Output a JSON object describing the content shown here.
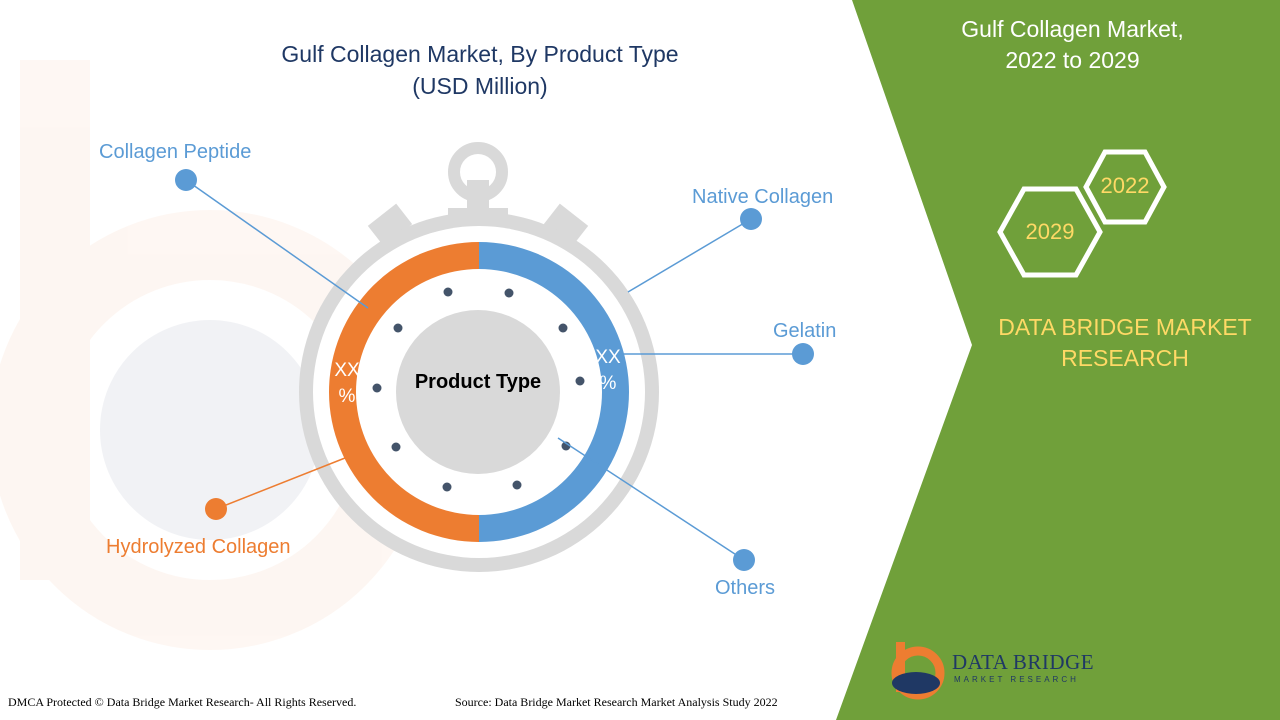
{
  "title": {
    "line1": "Gulf Collagen Market, By Product Type",
    "line2": "(USD Million)"
  },
  "center_label": "Product Type",
  "percent_blue": {
    "line1": "XX",
    "line2": "%"
  },
  "percent_orange": {
    "line1": "XX",
    "line2": "%"
  },
  "segments": [
    {
      "name": "Collagen Peptide",
      "color": "#5b9bd5"
    },
    {
      "name": "Native Collagen",
      "color": "#5b9bd5"
    },
    {
      "name": "Gelatin",
      "color": "#5b9bd5"
    },
    {
      "name": "Others",
      "color": "#5b9bd5"
    },
    {
      "name": "Hydrolyzed Collagen",
      "color": "#ed7d31"
    }
  ],
  "right_panel": {
    "title_line1": "Gulf Collagen Market,",
    "title_line2": "2022 to 2029",
    "year_start": "2022",
    "year_end": "2029",
    "brand_line1": "DATA BRIDGE MARKET",
    "brand_line2": "RESEARCH"
  },
  "logo": {
    "name": "DATA BRIDGE",
    "tagline": "MARKET RESEARCH"
  },
  "footer": {
    "left": "DMCA Protected © Data Bridge Market Research- All Rights Reserved.",
    "right": "Source: Data Bridge Market Research Market Analysis Study 2022"
  },
  "colors": {
    "blue": "#5b9bd5",
    "orange": "#ed7d31",
    "green": "#70a03a",
    "gold": "#ffd966",
    "navy": "#1f3864",
    "gray": "#d9d9d9"
  }
}
